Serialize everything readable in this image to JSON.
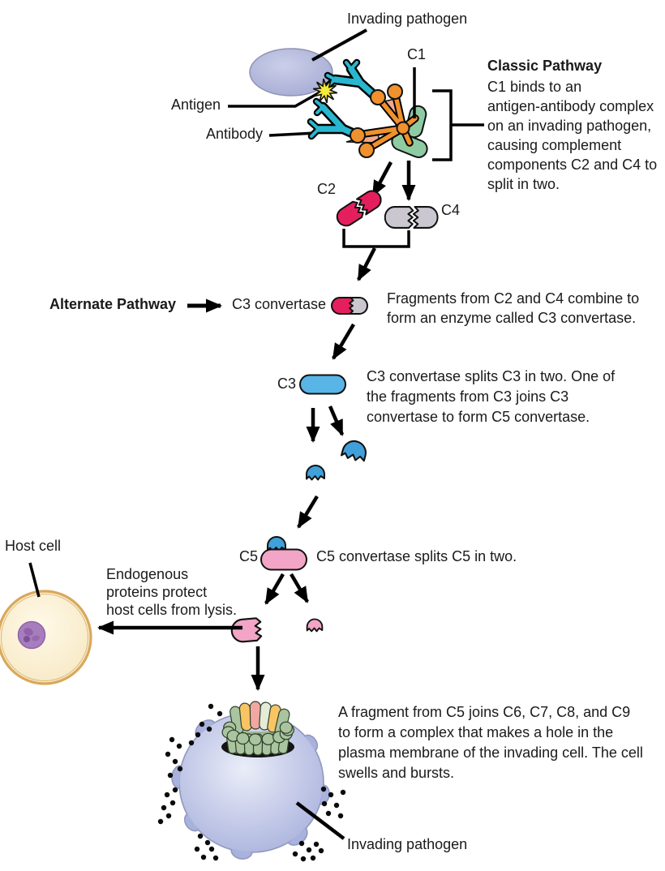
{
  "labels": {
    "invading_pathogen_top": "Invading pathogen",
    "c1": "C1",
    "antigen": "Antigen",
    "antibody": "Antibody",
    "c2": "C2",
    "c4": "C4",
    "alternate_pathway": "Alternate Pathway",
    "c3_convertase": "C3 convertase",
    "c3": "C3",
    "host_cell": "Host cell",
    "c5": "C5",
    "invading_pathogen_bottom": "Invading pathogen"
  },
  "classic_pathway": {
    "heading": "Classic Pathway",
    "lines": [
      "C1 binds to an",
      "antigen-antibody complex",
      "on an invading pathogen,",
      "causing complement",
      "components C2 and C4 to",
      "split in two."
    ]
  },
  "annotations": {
    "c3_convertase_formation": {
      "lines": [
        "Fragments from C2 and C4 combine to",
        "form an enzyme called C3 convertase."
      ]
    },
    "c3_split": {
      "lines": [
        "C3 convertase splits C3 in two. One of",
        "the fragments from C3 joins C3",
        "convertase to form C5 convertase."
      ]
    },
    "endogenous": {
      "lines": [
        "Endogenous",
        "proteins protect",
        "host cells from lysis."
      ]
    },
    "c5_split": "C5 convertase splits C5 in two.",
    "mac": {
      "lines": [
        "A fragment from C5 joins C6, C7, C8, and C9",
        "to form a complex that makes a hole in the",
        "plasma membrane of the invading cell. The cell",
        "swells and bursts."
      ]
    }
  },
  "colors": {
    "antibody_teal": "#29B6CF",
    "c1_orange": "#F0912D",
    "c1_salmon": "#F2A98C",
    "c1_green": "#8FCBA2",
    "antigen_yellow": "#F6EB3C",
    "pathogen_blue": "#A9AFD7",
    "c2_pink": "#E51F5E",
    "c4_gray": "#CBC7D0",
    "c3_blue": "#58B5E6",
    "fragment_blue": "#3FA0DA",
    "c5_pink": "#F2A5C6",
    "host_cell_fill": "#FBF0D4",
    "host_cell_ring": "#D9A85A",
    "nucleus_purple": "#A47BBB",
    "mac_green": "#A9C49E",
    "ink": "#111111"
  }
}
